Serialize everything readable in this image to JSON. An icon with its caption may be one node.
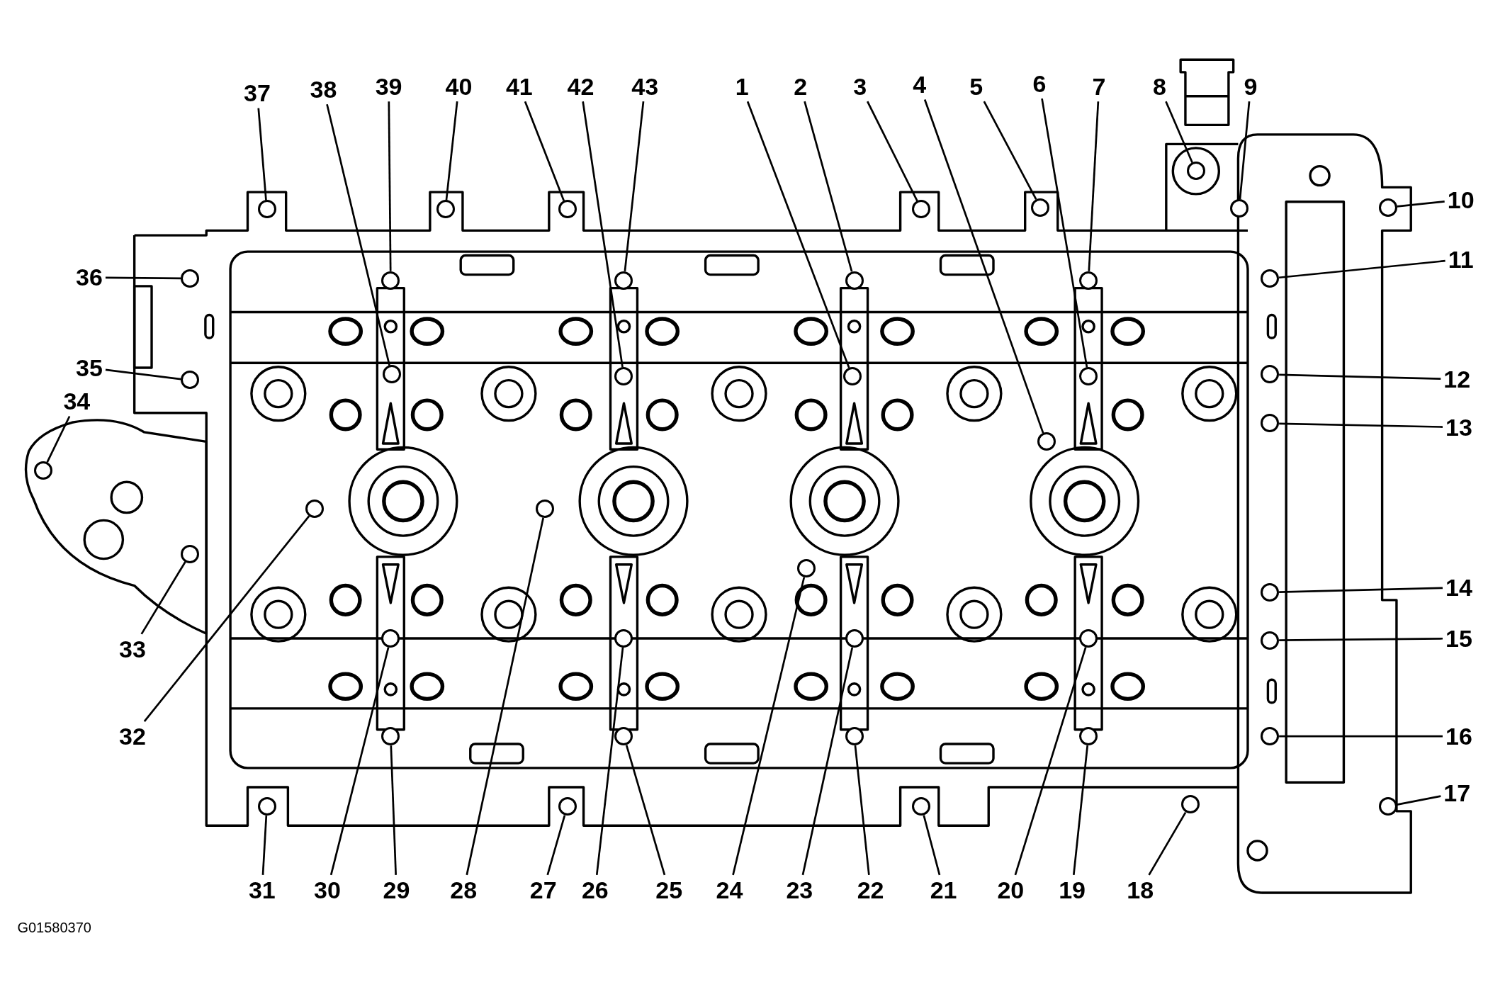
{
  "diagram": {
    "nodes": [
      {
        "text": [
          "1"
        ]
      },
      {
        "text": [
          "2"
        ]
      },
      {
        "text": [
          "3"
        ]
      },
      {
        "text": [
          "4"
        ]
      },
      {
        "text": [
          "5"
        ]
      },
      {
        "text": [
          "6"
        ]
      },
      {
        "text": [
          "7"
        ]
      },
      {
        "text": [
          "8"
        ]
      },
      {
        "text": [
          "9"
        ]
      },
      {
        "text": [
          "10"
        ]
      },
      {
        "text": [
          "11"
        ]
      },
      {
        "text": [
          "12"
        ]
      },
      {
        "text": [
          "13"
        ]
      },
      {
        "text": [
          "14"
        ]
      },
      {
        "text": [
          "15"
        ]
      },
      {
        "text": [
          "16"
        ]
      },
      {
        "text": [
          "17"
        ]
      },
      {
        "text": [
          "18"
        ]
      },
      {
        "text": [
          "19"
        ]
      },
      {
        "text": [
          "20"
        ]
      },
      {
        "text": [
          "21"
        ]
      },
      {
        "text": [
          "22"
        ]
      },
      {
        "text": [
          "23"
        ]
      },
      {
        "text": [
          "24"
        ]
      },
      {
        "text": [
          "25"
        ]
      },
      {
        "text": [
          "26"
        ]
      },
      {
        "text": [
          "27"
        ]
      },
      {
        "text": [
          "28"
        ]
      },
      {
        "text": [
          "29"
        ]
      },
      {
        "text": [
          "30"
        ]
      },
      {
        "text": [
          "31"
        ]
      },
      {
        "text": [
          "32"
        ]
      },
      {
        "text": [
          "33"
        ]
      },
      {
        "text": [
          "34"
        ]
      },
      {
        "text": [
          "35"
        ]
      },
      {
        "text": [
          "36"
        ]
      },
      {
        "text": [
          "37"
        ]
      },
      {
        "text": [
          "38"
        ]
      },
      {
        "text": [
          "39"
        ]
      },
      {
        "text": [
          "40"
        ]
      },
      {
        "text": [
          "41"
        ]
      },
      {
        "text": [
          "42"
        ]
      },
      {
        "text": [
          "43"
        ]
      },
      {
        "text": [],
        "shape": "circle"
      },
      {
        "text": [],
        "shape": "circle"
      },
      {
        "text": [],
        "shape": "circle"
      },
      {
        "text": [],
        "shape": "circle"
      },
      {
        "text": [],
        "shape": "circle"
      },
      {
        "text": [],
        "shape": "circle"
      },
      {
        "text": [],
        "shape": "circle"
      },
      {
        "text": [],
        "shape": "circle"
      },
      {
        "text": [],
        "shape": "circle"
      },
      {
        "text": [],
        "shape": "circle"
      },
      {
        "text": [],
        "shape": "circle"
      },
      {
        "text": [],
        "shape": "circle"
      },
      {
        "text": [],
        "shape": "circle"
      },
      {
        "text": [],
        "shape": "circle"
      },
      {
        "text": [],
        "shape": "circle"
      },
      {
        "text": [],
        "shape": "circle"
      },
      {
        "text": [],
        "shape": "circle"
      },
      {
        "text": [],
        "shape": "circle"
      },
      {
        "text": [],
        "shape": "circle"
      },
      {
        "text": [],
        "shape": "circle"
      },
      {
        "text": [],
        "shape": "circle"
      },
      {
        "text": [],
        "shape": "circle"
      },
      {
        "text": [],
        "shape": "circle"
      },
      {
        "text": [],
        "shape": "circle"
      },
      {
        "text": [],
        "shape": "circle"
      },
      {
        "text": [],
        "shape": "circle"
      },
      {
        "text": [],
        "shape": "circle"
      },
      {
        "text": [],
        "shape": "circle"
      },
      {
        "text": [],
        "shape": "circle"
      },
      {
        "text": [],
        "shape": "circle"
      },
      {
        "text": [],
        "shape": "circle"
      },
      {
        "text": [],
        "shape": "circle"
      },
      {
        "text": [],
        "shape": "circle"
      },
      {
        "text": [],
        "shape": "circle"
      },
      {
        "text": [],
        "shape": "circle"
      },
      {
        "text": [],
        "shape": "circle"
      },
      {
        "text": [],
        "shape": "circle"
      },
      {
        "text": [],
        "shape": "circle"
      },
      {
        "text": [],
        "shape": "circle"
      },
      {
        "text": [],
        "shape": "circle"
      },
      {
        "text": [],
        "shape": "circle"
      },
      {
        "text": [],
        "shape": "circle"
      },
      {
        "text": [],
        "shape": "circle"
      }
    ],
    "edges": [
      {
        "from": 0,
        "to": 43,
        "arrow": "none"
      },
      {
        "from": 1,
        "to": 44,
        "arrow": "none"
      },
      {
        "from": 2,
        "to": 45,
        "arrow": "none"
      },
      {
        "from": 3,
        "to": 46,
        "arrow": "none"
      },
      {
        "from": 4,
        "to": 47,
        "arrow": "none"
      },
      {
        "from": 5,
        "to": 48,
        "arrow": "none"
      },
      {
        "from": 6,
        "to": 49,
        "arrow": "none"
      },
      {
        "from": 7,
        "to": 50,
        "arrow": "none"
      },
      {
        "from": 8,
        "to": 51,
        "arrow": "none"
      },
      {
        "from": 9,
        "to": 52,
        "arrow": "none"
      },
      {
        "from": 10,
        "to": 53,
        "arrow": "none"
      },
      {
        "from": 11,
        "to": 54,
        "arrow": "none"
      },
      {
        "from": 12,
        "to": 55,
        "arrow": "none"
      },
      {
        "from": 13,
        "to": 56,
        "arrow": "none"
      },
      {
        "from": 14,
        "to": 57,
        "arrow": "none"
      },
      {
        "from": 15,
        "to": 58,
        "arrow": "none"
      },
      {
        "from": 16,
        "to": 59,
        "arrow": "none"
      },
      {
        "from": 17,
        "to": 60,
        "arrow": "none"
      },
      {
        "from": 18,
        "to": 61,
        "arrow": "none"
      },
      {
        "from": 19,
        "to": 62,
        "arrow": "none"
      },
      {
        "from": 20,
        "to": 63,
        "arrow": "none"
      },
      {
        "from": 21,
        "to": 64,
        "arrow": "none"
      },
      {
        "from": 22,
        "to": 65,
        "arrow": "none"
      },
      {
        "from": 23,
        "to": 66,
        "arrow": "none"
      },
      {
        "from": 24,
        "to": 67,
        "arrow": "none"
      },
      {
        "from": 25,
        "to": 68,
        "arrow": "none"
      },
      {
        "from": 26,
        "to": 69,
        "arrow": "none"
      },
      {
        "from": 27,
        "to": 70,
        "arrow": "none"
      },
      {
        "from": 28,
        "to": 71,
        "arrow": "none"
      },
      {
        "from": 29,
        "to": 72,
        "arrow": "none"
      },
      {
        "from": 30,
        "to": 73,
        "arrow": "none"
      },
      {
        "from": 31,
        "to": 74,
        "arrow": "none"
      },
      {
        "from": 32,
        "to": 75,
        "arrow": "none"
      },
      {
        "from": 33,
        "to": 76,
        "arrow": "none"
      },
      {
        "from": 34,
        "to": 77,
        "arrow": "none"
      },
      {
        "from": 35,
        "to": 78,
        "arrow": "none"
      },
      {
        "from": 36,
        "to": 79,
        "arrow": "none"
      },
      {
        "from": 37,
        "to": 80,
        "arrow": "none"
      },
      {
        "from": 38,
        "to": 81,
        "arrow": "none"
      },
      {
        "from": 39,
        "to": 82,
        "arrow": "none"
      },
      {
        "from": 40,
        "to": 83,
        "arrow": "none"
      },
      {
        "from": 41,
        "to": 84,
        "arrow": "none"
      },
      {
        "from": 42,
        "to": 85,
        "arrow": "none"
      }
    ],
    "labels": [
      "G01580370"
    ]
  }
}
